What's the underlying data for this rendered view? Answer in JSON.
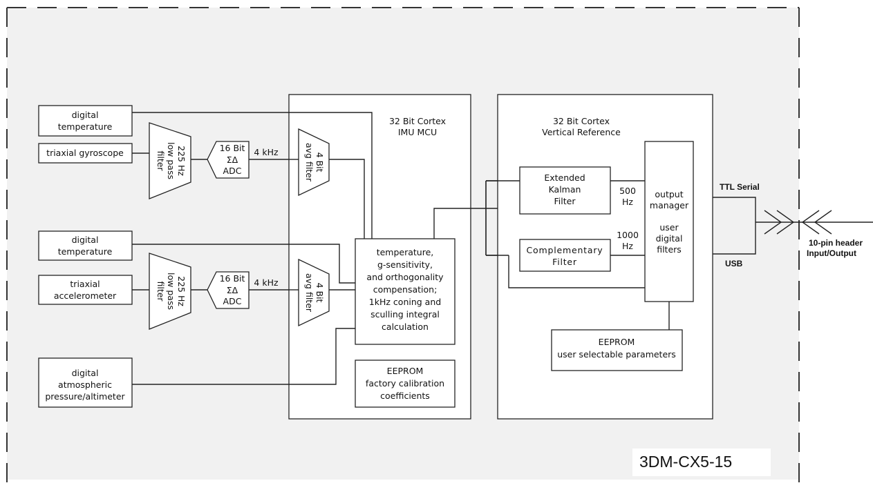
{
  "diagram": {
    "model": "3DM-CX5-15",
    "sensors": {
      "temp1": [
        "digital",
        "temperature"
      ],
      "gyro": [
        "triaxial gyroscope"
      ],
      "temp2": [
        "digital",
        "temperature"
      ],
      "accel": [
        "triaxial",
        "accelerometer"
      ],
      "pressure": [
        "digital",
        "atmospheric",
        "pressure/altimeter"
      ]
    },
    "filter_gyro": [
      "225 Hz",
      "low pass",
      "filter"
    ],
    "filter_accel": [
      "225 Hz",
      "low pass",
      "filter"
    ],
    "adc_gyro": [
      "16 Bit",
      "ΣΔ",
      "ADC"
    ],
    "adc_accel": [
      "16 Bit",
      "ΣΔ",
      "ADC"
    ],
    "rate_gyro": "4 kHz",
    "rate_accel": "4 kHz",
    "avg_gyro": [
      "4 Bit",
      "avg filter"
    ],
    "avg_accel": [
      "4 Bit",
      "avg filter"
    ],
    "imu_mcu": {
      "title": [
        "32 Bit Cortex",
        "IMU MCU"
      ],
      "compensation": [
        "temperature,",
        "g-sensitivity,",
        "and orthogonality",
        "compensation;",
        "1kHz coning and",
        "sculling integral",
        "calculation"
      ],
      "eeprom": [
        "EEPROM",
        "factory calibration",
        "coefficients"
      ]
    },
    "vertical_ref": {
      "title": [
        "32 Bit Cortex",
        "Vertical Reference"
      ],
      "ekf": [
        "Extended",
        "Kalman",
        "Filter"
      ],
      "ekf_rate": [
        "500",
        "Hz"
      ],
      "comp": [
        "Complementary",
        "Filter"
      ],
      "comp_rate": [
        "1000",
        "Hz"
      ],
      "output": [
        "output",
        "manager",
        "",
        "user",
        "digital",
        "filters"
      ],
      "eeprom": [
        "EEPROM",
        "user selectable parameters"
      ]
    },
    "io": {
      "ttl": "TTL Serial",
      "usb": "USB",
      "connector": [
        "10-pin header",
        "Input/Output"
      ]
    }
  }
}
